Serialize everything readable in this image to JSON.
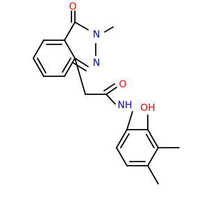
{
  "molecule": {
    "atom_labels": {
      "carbonyl_oxygen_ring": "O",
      "ring_nitrogen_methyl": "N",
      "ring_nitrogen_imine": "N",
      "amide_oxygen": "O",
      "amide_nh": "NH",
      "hydroxyl": "OH"
    },
    "colors": {
      "bond": "#000000",
      "oxygen": "#ff0000",
      "nitrogen": "#0000ff",
      "background": "#ffffff"
    }
  }
}
